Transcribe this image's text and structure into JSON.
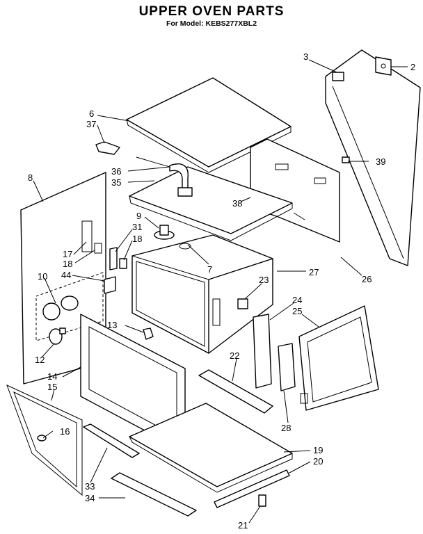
{
  "title": "UPPER OVEN PARTS",
  "subtitle": "For Model: KEBS277XBL2",
  "callouts": [
    {
      "id": "2",
      "label": "2"
    },
    {
      "id": "3",
      "label": "3"
    },
    {
      "id": "6",
      "label": "6"
    },
    {
      "id": "37",
      "label": "37"
    },
    {
      "id": "39",
      "label": "39"
    },
    {
      "id": "8",
      "label": "8"
    },
    {
      "id": "36",
      "label": "36"
    },
    {
      "id": "35",
      "label": "35"
    },
    {
      "id": "38",
      "label": "38"
    },
    {
      "id": "9",
      "label": "9"
    },
    {
      "id": "31",
      "label": "31"
    },
    {
      "id": "18a",
      "label": "18"
    },
    {
      "id": "17",
      "label": "17"
    },
    {
      "id": "18b",
      "label": "18"
    },
    {
      "id": "7",
      "label": "7"
    },
    {
      "id": "27",
      "label": "27"
    },
    {
      "id": "26",
      "label": "26"
    },
    {
      "id": "10",
      "label": "10"
    },
    {
      "id": "44",
      "label": "44"
    },
    {
      "id": "23",
      "label": "23"
    },
    {
      "id": "24",
      "label": "24"
    },
    {
      "id": "25",
      "label": "25"
    },
    {
      "id": "13",
      "label": "13"
    },
    {
      "id": "12",
      "label": "12"
    },
    {
      "id": "22",
      "label": "22"
    },
    {
      "id": "14",
      "label": "14"
    },
    {
      "id": "15",
      "label": "15"
    },
    {
      "id": "28",
      "label": "28"
    },
    {
      "id": "16",
      "label": "16"
    },
    {
      "id": "19",
      "label": "19"
    },
    {
      "id": "20",
      "label": "20"
    },
    {
      "id": "33",
      "label": "33"
    },
    {
      "id": "34",
      "label": "34"
    },
    {
      "id": "21",
      "label": "21"
    }
  ]
}
